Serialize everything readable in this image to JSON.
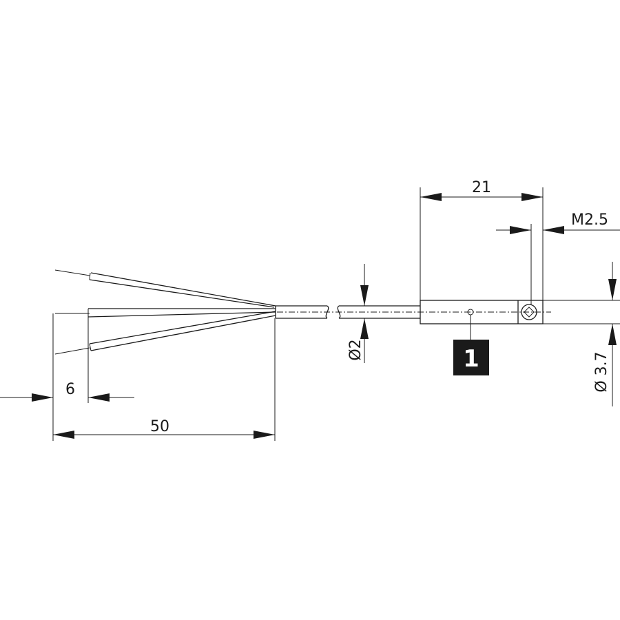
{
  "dimensions": {
    "length_50": "50",
    "strip_6": "6",
    "cable_dia": "Ø2",
    "body_length": "21",
    "thread": "M2.5",
    "body_dia": "Ø 3.7"
  },
  "callout": {
    "label": "1"
  }
}
